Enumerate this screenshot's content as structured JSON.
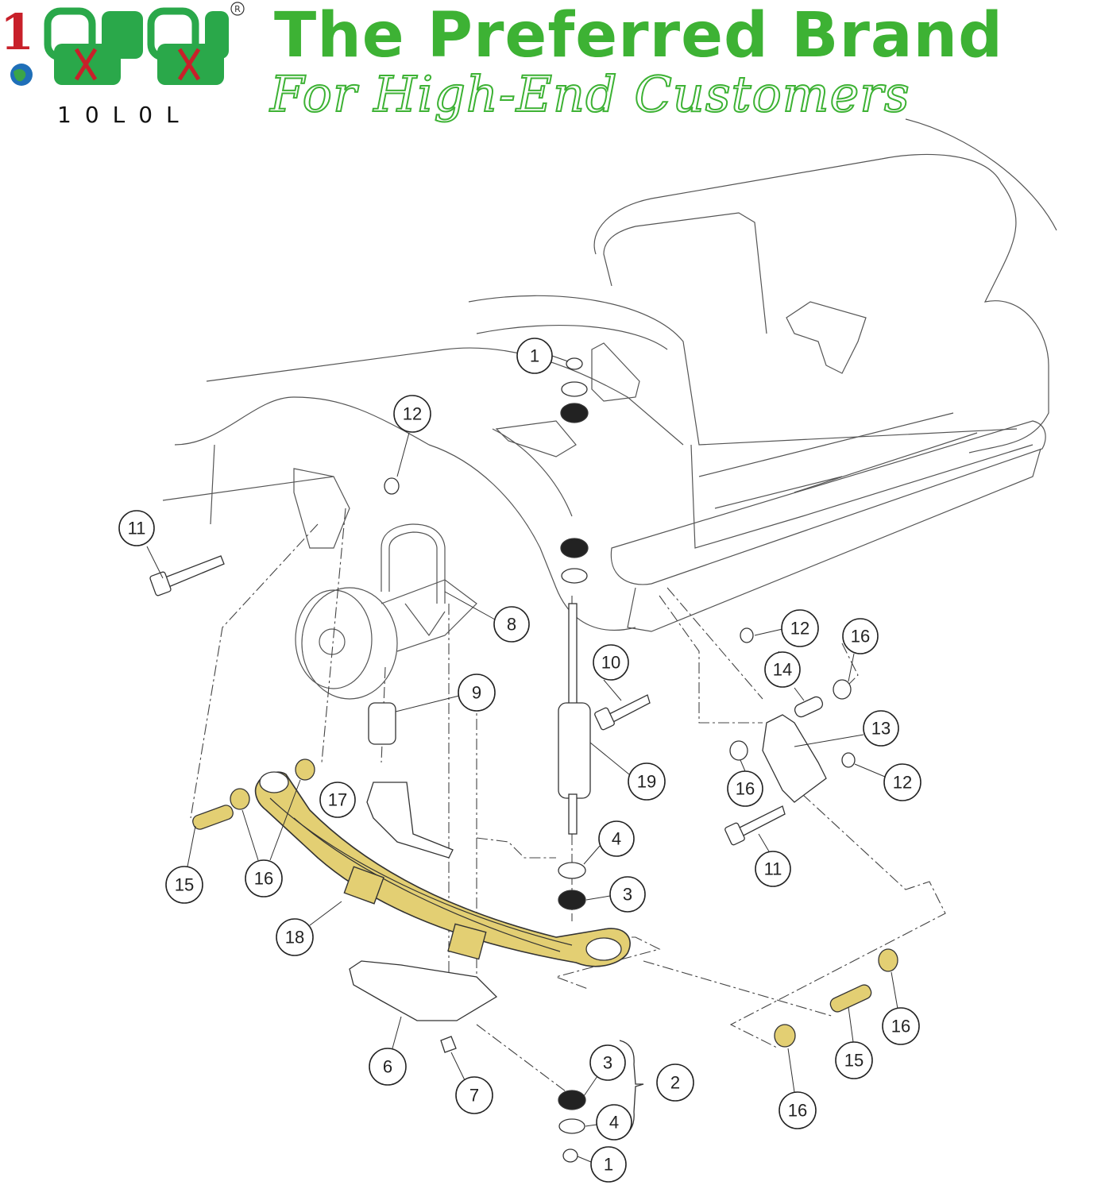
{
  "brand": {
    "logo_text": "10L0L",
    "headline": "The Preferred Brand",
    "subline": "For High-End Customers",
    "colors": {
      "green": "#3db234",
      "highlight": "#e3cf73",
      "logo_red": "#c8202a",
      "logo_green": "#2aa84a"
    }
  },
  "callouts": [
    {
      "id": "c-1-top",
      "label": "1"
    },
    {
      "id": "c-12-top",
      "label": "12"
    },
    {
      "id": "c-11-left",
      "label": "11"
    },
    {
      "id": "c-8",
      "label": "8"
    },
    {
      "id": "c-10",
      "label": "10"
    },
    {
      "id": "c-12-right",
      "label": "12"
    },
    {
      "id": "c-16-right-top",
      "label": "16"
    },
    {
      "id": "c-14",
      "label": "14"
    },
    {
      "id": "c-13",
      "label": "13"
    },
    {
      "id": "c-9",
      "label": "9"
    },
    {
      "id": "c-19",
      "label": "19"
    },
    {
      "id": "c-16-mid",
      "label": "16"
    },
    {
      "id": "c-12-mid",
      "label": "12"
    },
    {
      "id": "c-17",
      "label": "17"
    },
    {
      "id": "c-4-mid",
      "label": "4"
    },
    {
      "id": "c-11-right",
      "label": "11"
    },
    {
      "id": "c-15-left",
      "label": "15"
    },
    {
      "id": "c-16-left",
      "label": "16"
    },
    {
      "id": "c-3-mid",
      "label": "3"
    },
    {
      "id": "c-18",
      "label": "18"
    },
    {
      "id": "c-16-bot-right",
      "label": "16"
    },
    {
      "id": "c-15-right",
      "label": "15"
    },
    {
      "id": "c-6",
      "label": "6"
    },
    {
      "id": "c-3-bot",
      "label": "3"
    },
    {
      "id": "c-2",
      "label": "2"
    },
    {
      "id": "c-7",
      "label": "7"
    },
    {
      "id": "c-4-bot",
      "label": "4"
    },
    {
      "id": "c-16-bot",
      "label": "16"
    },
    {
      "id": "c-1-bot",
      "label": "1"
    }
  ]
}
